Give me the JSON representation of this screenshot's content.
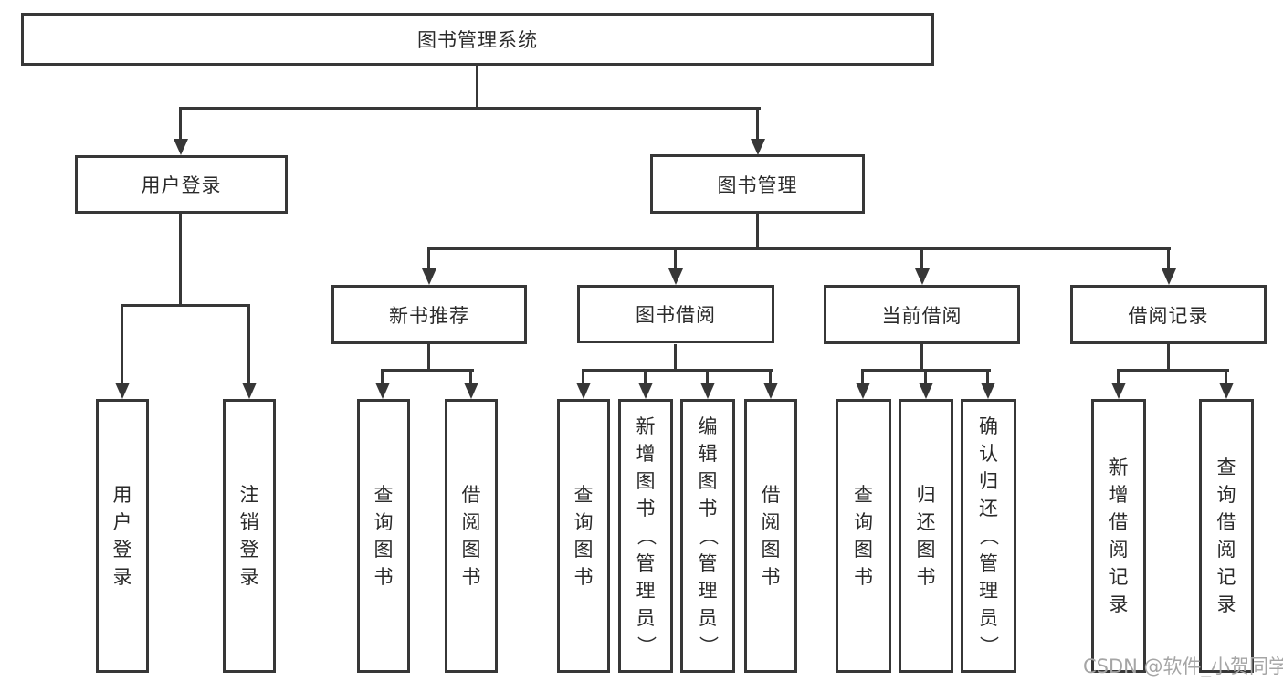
{
  "diagram": {
    "title": "图书管理系统",
    "level2": [
      {
        "label": "用户登录",
        "children": [
          "用户登录",
          "注销登录"
        ]
      },
      {
        "label": "图书管理"
      }
    ],
    "level3": [
      {
        "label": "新书推荐",
        "children": [
          "查询图书",
          "借阅图书"
        ]
      },
      {
        "label": "图书借阅",
        "children": [
          "查询图书",
          "新增图书（管理员）",
          "编辑图书（管理员）",
          "借阅图书"
        ]
      },
      {
        "label": "当前借阅",
        "children": [
          "查询图书",
          "归还图书",
          "确认归还（管理员）"
        ]
      },
      {
        "label": "借阅记录",
        "children": [
          "新增借阅记录",
          "查询借阅记录"
        ]
      }
    ]
  },
  "watermark": {
    "text": "CSDN @软件_小贺同学",
    "color": "#a5a5a5"
  },
  "colors": {
    "line": "#373737",
    "text": "#2a2a2a",
    "background": "#ffffff"
  }
}
